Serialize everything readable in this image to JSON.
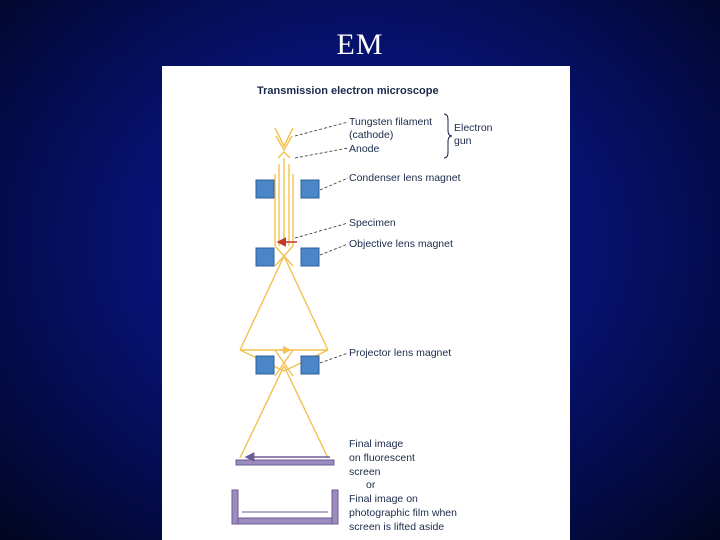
{
  "slide": {
    "title": "EM"
  },
  "diagram": {
    "title": "Transmission electron microscope",
    "labels": {
      "tungsten_filament": "Tungsten filament",
      "cathode": "(cathode)",
      "anode": "Anode",
      "electron": "Electron",
      "gun": "gun",
      "condenser": "Condenser lens magnet",
      "specimen": "Specimen",
      "objective": "Objective lens magnet",
      "projector": "Projector lens magnet",
      "final_image_fluorescent": [
        "Final image",
        "on fluorescent",
        "screen"
      ],
      "or": "or",
      "final_image_film": [
        "Final image on",
        "photographic film when",
        "screen is lifted aside"
      ]
    },
    "colors": {
      "beam": "#f2c14e",
      "magnet": "#4a86c8",
      "screen": "#9b8bbf",
      "specimen_arrow": "#c0392b",
      "arrow": "#6d5c93"
    }
  }
}
